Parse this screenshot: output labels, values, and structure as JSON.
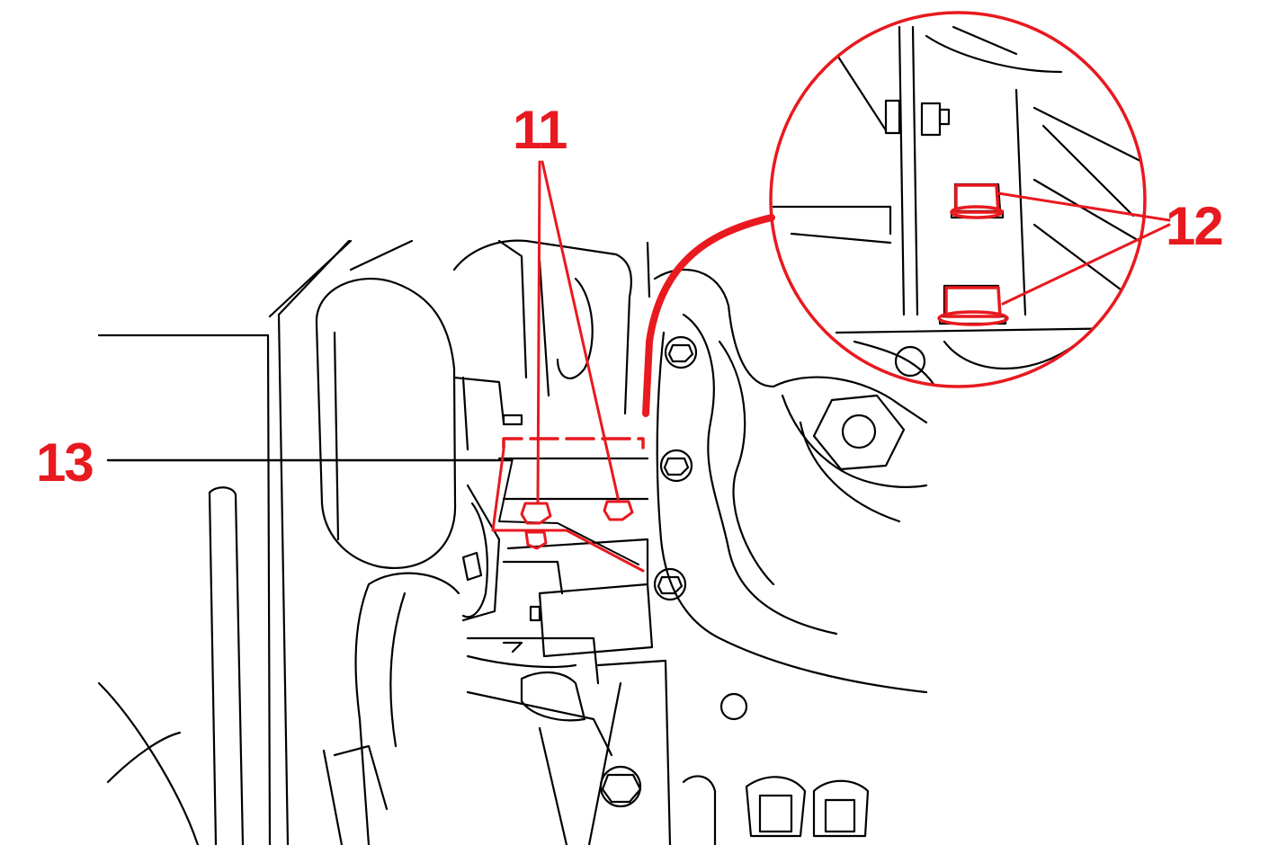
{
  "callouts": {
    "label_11": "11",
    "label_12": "12",
    "label_13": "13"
  },
  "colors": {
    "callout": "#e8191f",
    "line": "#000000",
    "background": "#ffffff"
  }
}
